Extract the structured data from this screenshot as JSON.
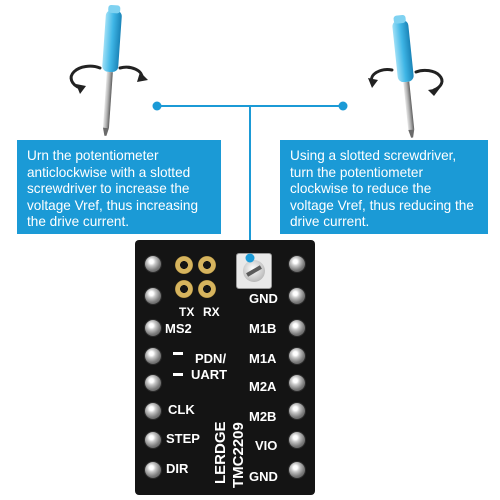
{
  "instructions": {
    "left_text": "Urn the potentiometer anticlockwise with a slotted screwdriver to increase the voltage Vref, thus increasing the drive current.",
    "right_text": "Using a slotted screwdriver, turn the potentiometer clockwise to reduce the voltage Vref, thus reducing the drive current."
  },
  "board": {
    "brand": "LERDGE",
    "model": "TMC2209",
    "top_labels": {
      "tx": "TX",
      "rx": "RX"
    },
    "left_labels": [
      "MS2",
      "PDN/",
      "UART",
      "CLK",
      "STEP",
      "DIR"
    ],
    "right_labels": [
      "GND",
      "M1B",
      "M1A",
      "M2A",
      "M2B",
      "VIO",
      "GND"
    ]
  },
  "colors": {
    "callout_bg": "#1b9ad6",
    "connector": "#1b9ad6",
    "board": "#141414",
    "screwdriver_handle": "#3fb6e6"
  },
  "icons": [
    "screwdriver-icon",
    "rotate-arrow-icon"
  ]
}
